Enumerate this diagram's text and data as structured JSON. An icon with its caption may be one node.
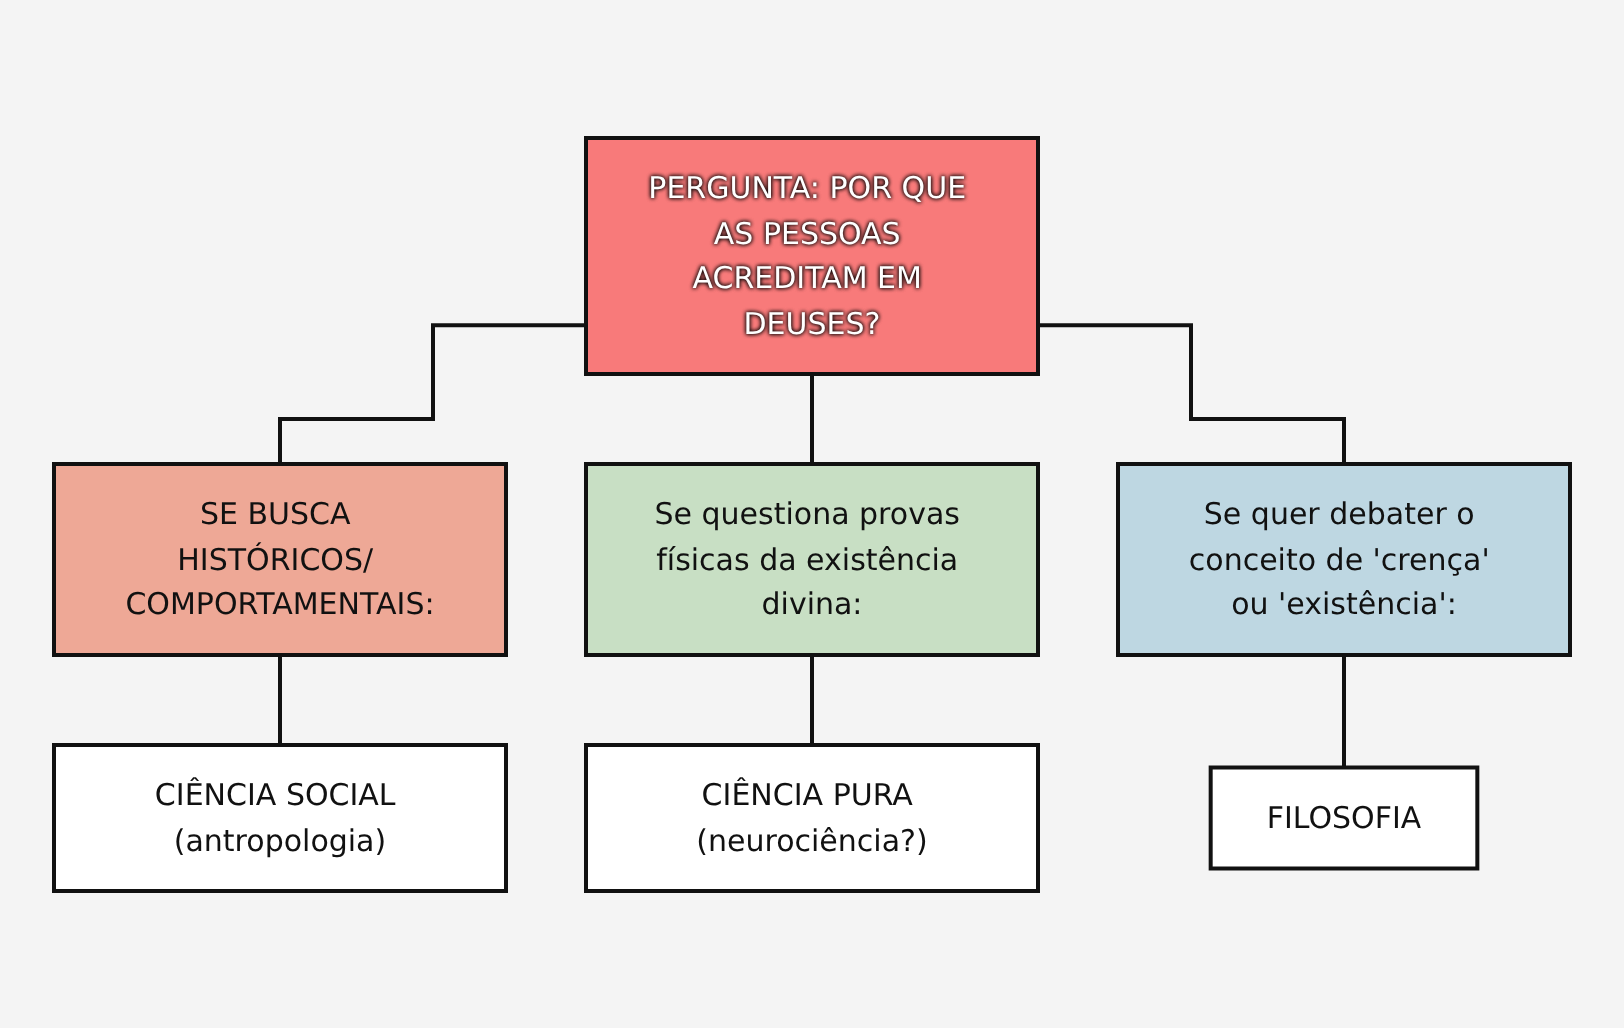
{
  "diagram": {
    "nodes": [
      {
        "text": [
          "PERGUNTA: POR QUE AS PESSOAS ACREDITAM EM DEUSES?"
        ]
      },
      {
        "text": [
          "SE BUSCA HISTÓRICOS/ COMPORTAMENTAIS:"
        ]
      },
      {
        "text": [
          "Se questiona provas físicas da existência divina:"
        ]
      },
      {
        "text": [
          "Se quer debater o conceito de 'crença' ou 'existência':"
        ]
      },
      {
        "text": [
          "CIÊNCIA SOCIAL (antropologia)"
        ]
      },
      {
        "text": [
          "CIÊNCIA PURA (neurociência?)"
        ]
      },
      {
        "text": [
          "FILOSOFIA"
        ]
      }
    ],
    "edges": [
      {
        "from": 0,
        "to": 1,
        "arrow": "none"
      },
      {
        "from": 0,
        "to": 2,
        "arrow": "none"
      },
      {
        "from": 0,
        "to": 3,
        "arrow": "none"
      },
      {
        "from": 1,
        "to": 4,
        "arrow": "none"
      },
      {
        "from": 2,
        "to": 5,
        "arrow": "none"
      },
      {
        "from": 3,
        "to": 6,
        "arrow": "none"
      }
    ]
  }
}
